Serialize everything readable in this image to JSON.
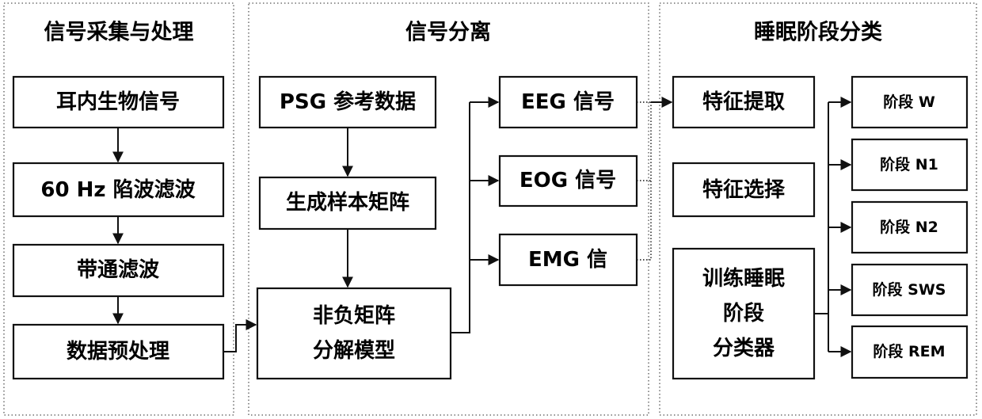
{
  "panels": {
    "acquisition": {
      "title": "信号采集与处理"
    },
    "separation": {
      "title": "信号分离"
    },
    "classification": {
      "title": "睡眠阶段分类"
    }
  },
  "acquisition": {
    "inear": "耳内生物信号",
    "notch": "60 Hz 陷波滤波",
    "bandpass": "带通滤波",
    "preprocess": "数据预处理"
  },
  "separation": {
    "psg": "PSG 参考数据",
    "matrix": "生成样本矩阵",
    "nmf_line1": "非负矩阵",
    "nmf_line2": "分解模型",
    "eeg": "EEG 信号",
    "eog": "EOG 信号",
    "emg": "EMG 信"
  },
  "classification": {
    "extract": "特征提取",
    "select": "特征选择",
    "train_line1": "训练睡眠",
    "train_line2": "阶段",
    "train_line3": "分类器",
    "stages": [
      "阶段 W",
      "阶段 N1",
      "阶段 N2",
      "阶段 SWS",
      "阶段 REM"
    ]
  }
}
